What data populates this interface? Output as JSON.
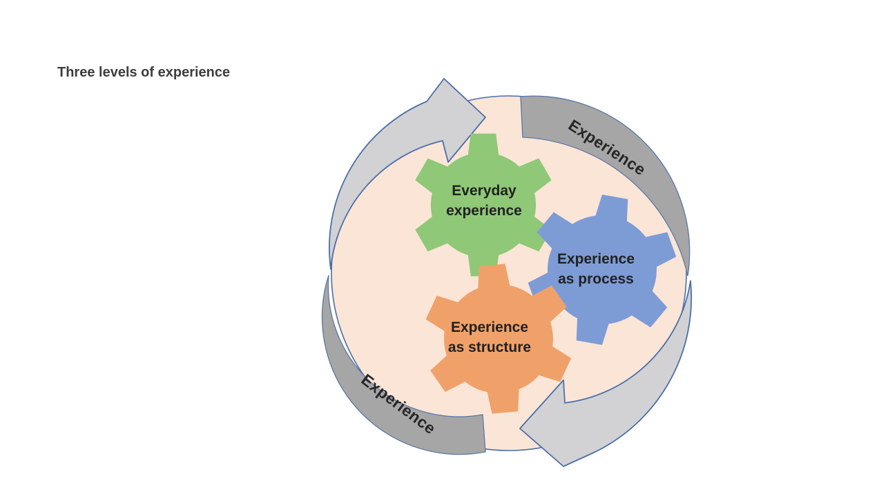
{
  "title": "Three levels of experience",
  "diagram": {
    "cycle": {
      "top_label": "Experience",
      "bottom_label": "Experience"
    },
    "gears": [
      {
        "name": "everyday-experience",
        "line1": "Everyday",
        "line2": "experience",
        "fill": "#8fc877"
      },
      {
        "name": "experience-as-process",
        "line1": "Experience",
        "line2": "as process",
        "fill": "#7d9cd6"
      },
      {
        "name": "experience-as-structure",
        "line1": "Experience",
        "line2": "as structure",
        "fill": "#f0a169"
      }
    ],
    "colors": {
      "circle_fill": "#fbe5d6",
      "band_fill": "#a6a6a6",
      "arrow_fill": "#d2d2d4",
      "outline": "#4a6ea9",
      "band_outline": "#5b77a6",
      "gear_text": "#212121",
      "band_text": "#262626",
      "title_text": "#3d3d3d"
    }
  }
}
